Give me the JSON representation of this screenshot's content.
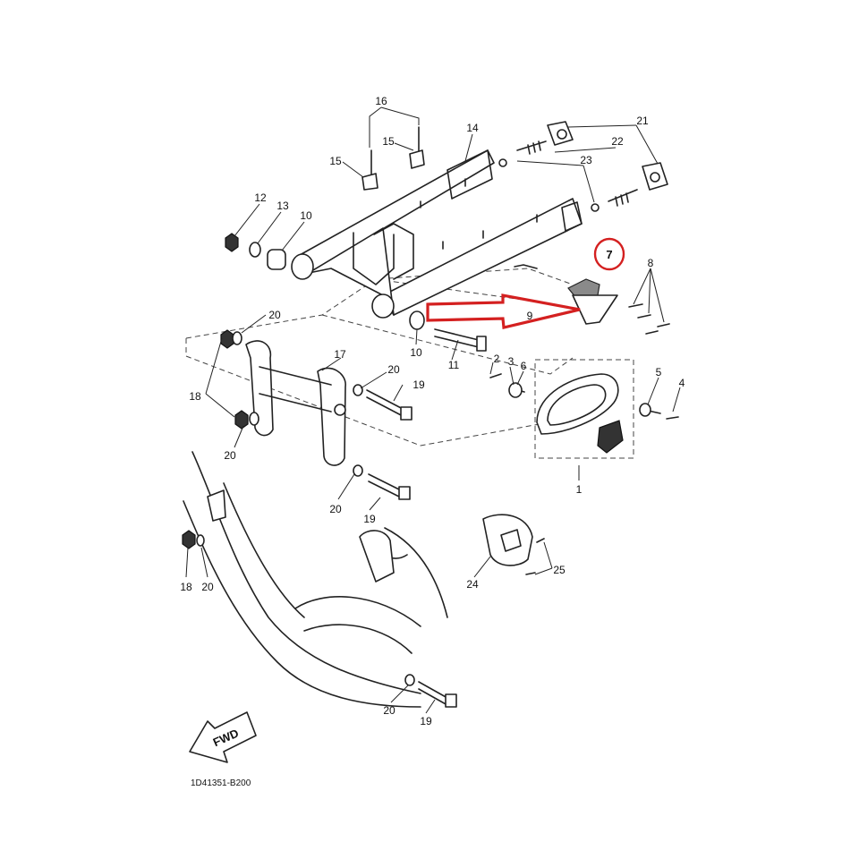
{
  "diagram_code": "1D41351-B200",
  "fwd_label": "FWD",
  "highlight": {
    "callout": "7",
    "color": "#d42020"
  },
  "callouts": {
    "c1": "1",
    "c2": "2",
    "c3": "3",
    "c4": "4",
    "c5": "5",
    "c6": "6",
    "c7": "7",
    "c8": "8",
    "c9": "9",
    "c10a": "10",
    "c10b": "10",
    "c11": "11",
    "c12": "12",
    "c13": "13",
    "c14": "14",
    "c15a": "15",
    "c15b": "15",
    "c16": "16",
    "c17": "17",
    "c18a": "18",
    "c18b": "18",
    "c19a": "19",
    "c19b": "19",
    "c19c": "19",
    "c20a": "20",
    "c20b": "20",
    "c20c": "20",
    "c20d": "20",
    "c20e": "20",
    "c20f": "20",
    "c21": "21",
    "c22": "22",
    "c23": "23",
    "c24": "24",
    "c25": "25"
  }
}
